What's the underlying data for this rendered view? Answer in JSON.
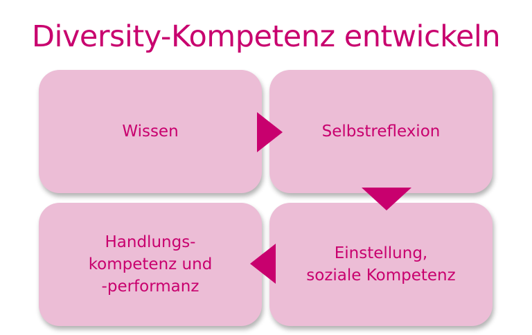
{
  "title": "Diversity-Kompetenz entwickeln",
  "colors": {
    "accent": "#c8006e",
    "box_fill": "#ecbdd6",
    "background": "#ffffff"
  },
  "steps": [
    {
      "lines": [
        "Wissen"
      ]
    },
    {
      "lines": [
        "Selbstreflexion"
      ]
    },
    {
      "lines": [
        "Einstellung,",
        "soziale Kompetenz"
      ]
    },
    {
      "lines": [
        "Handlungs-",
        "kompetenz und",
        "-performanz"
      ]
    }
  ],
  "flow": [
    {
      "from": "Wissen",
      "to": "Selbstreflexion",
      "direction": "right"
    },
    {
      "from": "Selbstreflexion",
      "to": "Einstellung, soziale Kompetenz",
      "direction": "down"
    },
    {
      "from": "Einstellung, soziale Kompetenz",
      "to": "Handlungskompetenz und -performanz",
      "direction": "left"
    }
  ]
}
